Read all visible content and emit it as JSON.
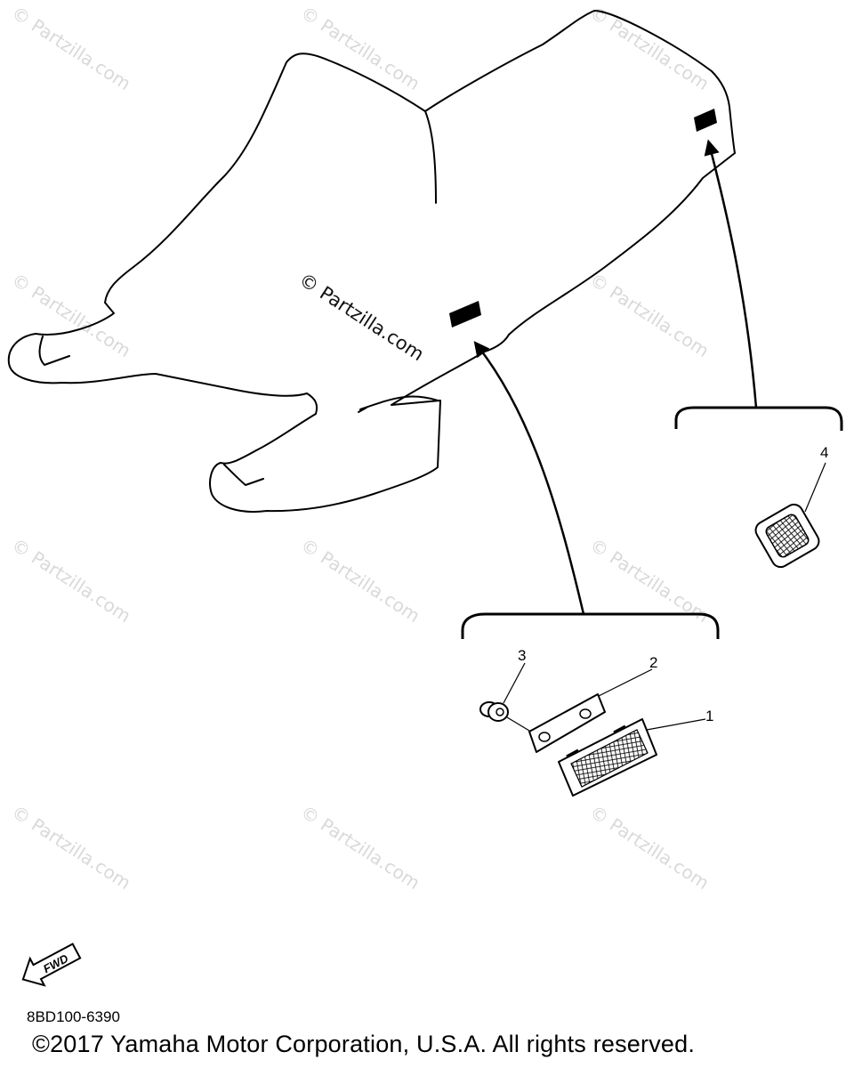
{
  "diagram": {
    "watermark_main": "© Partzilla.com",
    "watermark_repeat": "© Partzilla.com",
    "fwd_label": "FWD",
    "callouts": [
      "1",
      "2",
      "3",
      "4"
    ],
    "part_code": "8BD100-6390",
    "copyright": "©2017  Yamaha Motor Corporation, U.S.A. All rights reserved."
  }
}
